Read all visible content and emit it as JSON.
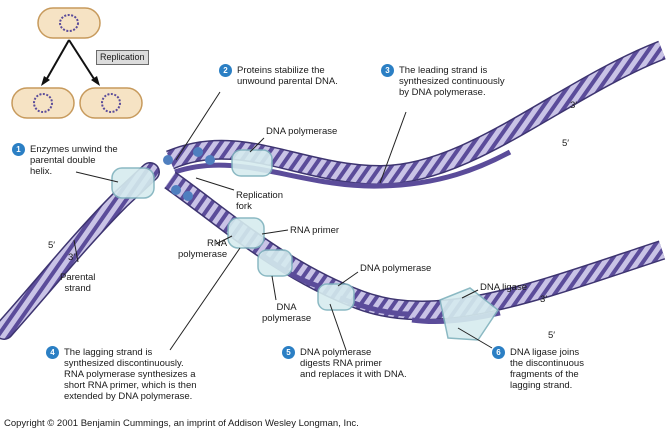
{
  "inset": {
    "replication_label": "Replication"
  },
  "steps": [
    {
      "num": "1",
      "text": "Enzymes unwind the\nparental double\nhelix."
    },
    {
      "num": "2",
      "text": "Proteins stabilize the\nunwound parental DNA."
    },
    {
      "num": "3",
      "text": "The leading strand is\nsynthesized continuously\nby DNA polymerase."
    },
    {
      "num": "4",
      "text": "The lagging strand is\nsynthesized discontinuously.\nRNA polymerase synthesizes a\nshort RNA primer, which is then\nextended by DNA polymerase."
    },
    {
      "num": "5",
      "text": "DNA polymerase\ndigests RNA primer\nand replaces it with DNA."
    },
    {
      "num": "6",
      "text": "DNA ligase joins\nthe discontinuous\nfragments of the\nlagging strand."
    }
  ],
  "labels": {
    "dna_pol_top": "DNA polymerase",
    "replication_fork": "Replication\nfork",
    "rna_primer": "RNA primer",
    "rna_polymerase": "RNA\npolymerase",
    "dna_pol_lower": "DNA\npolymerase",
    "dna_pol_mid": "DNA polymerase",
    "dna_ligase": "DNA ligase",
    "parental_strand": "Parental\nstrand",
    "prime5_left": "5′",
    "prime3_left": "3′",
    "prime3_top": "3′",
    "prime5_top": "5′",
    "prime3_bottom": "3′",
    "prime5_bottom": "5′"
  },
  "copyright": "Copyright © 2001 Benjamin Cummings, an imprint of Addison Wesley Longman, Inc.",
  "colors": {
    "strand_light": "#c9c3e6",
    "strand_dark": "#5b4c9a",
    "strand_outline": "#3d3470",
    "enzyme_fill": "#d6ecef",
    "enzyme_stroke": "#7fb2bd",
    "ssb_protein": "#4f7fbf",
    "badge": "#2b7fc4",
    "cell_fill": "#f6e3c4",
    "cell_stroke": "#c79a5c"
  }
}
